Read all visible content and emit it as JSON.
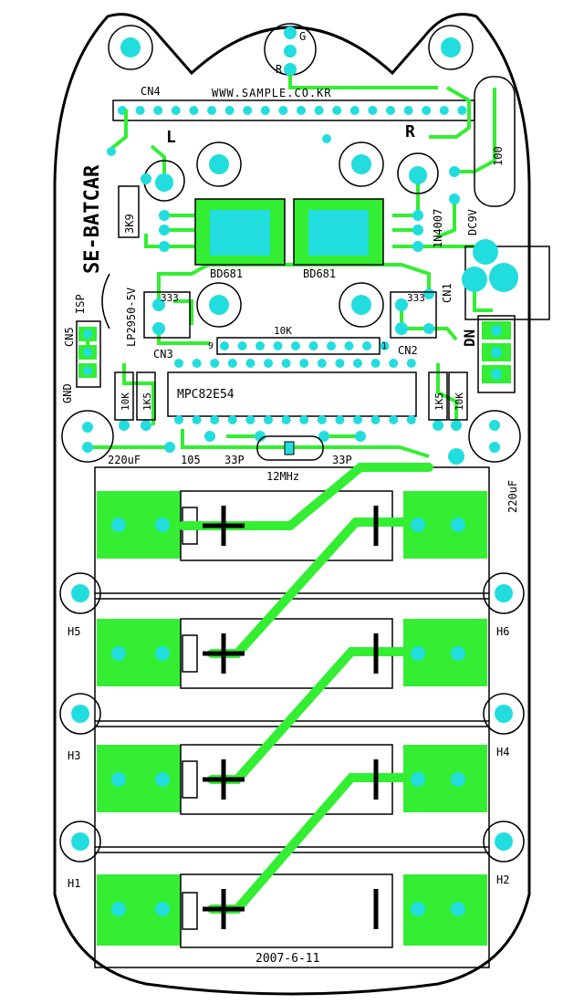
{
  "colors": {
    "trace": "#33ee33",
    "pad": "#22dddd",
    "silk": "#000000",
    "background": "#ffffff"
  },
  "labels": {
    "cn4": "CN4",
    "url": "WWW.SAMPLE.CO.KR",
    "g": "G",
    "r_led": "R",
    "left": "L",
    "right": "R",
    "title": "SE-BATCAR",
    "res_3k9": "3K9",
    "diode": "1N4007",
    "dc9v": "DC9V",
    "res_100": "100",
    "bd681_left": "BD681",
    "bd681_right": "BD681",
    "cn1": "CN1",
    "isp": "ISP",
    "reg": "LP2950-5V",
    "cn5": "CN5",
    "c333_left": "333",
    "c333_right": "333",
    "res_10k_top": "10K",
    "dn": "DN",
    "cn3": "CN3",
    "cn2": "CN2",
    "pin9": "9",
    "pin1": "1",
    "mcu": "MPC82E54",
    "gnd": "GND",
    "res_10k_l": "10K",
    "res_1k5_l": "1K5",
    "res_1k5_r": "1K5",
    "res_10k_r": "10K",
    "cap_220_left": "220uF",
    "cap_105": "105",
    "cap_33p_left": "33P",
    "cap_33p_right": "33P",
    "xtal": "12MHz",
    "cap_220_right": "220uF",
    "h1": "H1",
    "h2": "H2",
    "h3": "H3",
    "h4": "H4",
    "h5": "H5",
    "h6": "H6",
    "date": "2007-6-11"
  }
}
